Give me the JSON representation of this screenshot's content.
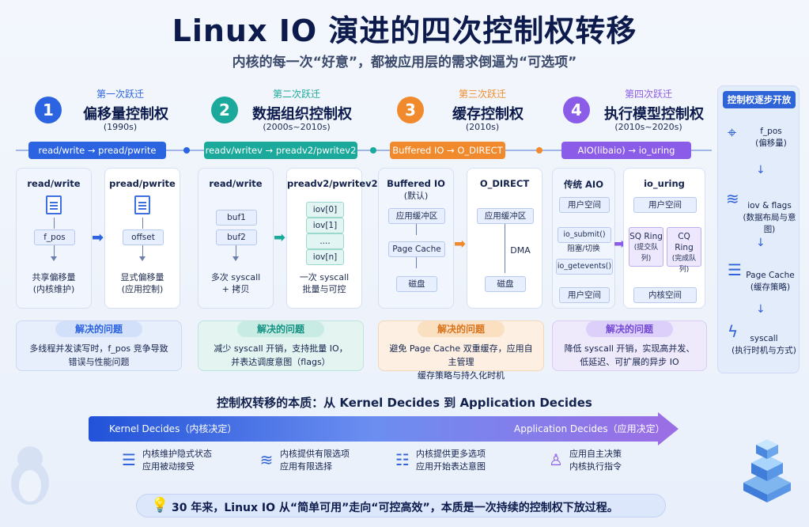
{
  "title": "Linux IO 演进的四次控制权转移",
  "subtitle": "内核的每一次“好意”，都被应用层的需求倒逼为“可选项”",
  "colors": {
    "blue": "#2b63e0",
    "teal": "#1aa99a",
    "orange": "#f18a2c",
    "purple": "#8a5ce8"
  },
  "stages": [
    {
      "num": "1",
      "kicker": "第一次跃迁",
      "name": "偏移量控制权",
      "era": "(1990s)",
      "pill": "read/write → pread/pwrite",
      "left": {
        "title": "read/write",
        "box": "f_pos",
        "note1": "共享偏移量",
        "note2": "(内核维护)"
      },
      "right": {
        "title": "pread/pwrite",
        "box": "offset",
        "note1": "显式偏移量",
        "note2": "(应用控制)"
      },
      "problem_tag": "解决的问题",
      "problem1": "多线程并发读写时，f_pos 竞争导致",
      "problem2": "错误与性能问题"
    },
    {
      "num": "2",
      "kicker": "第二次跃迁",
      "name": "数据组织控制权",
      "era": "(2000s~2010s)",
      "pill": "readv/writev → preadv2/pwritev2",
      "left": {
        "title": "read/write",
        "box1": "buf1",
        "box2": "buf2",
        "note1": "多次 syscall",
        "note2": "+ 拷贝"
      },
      "right": {
        "title": "preadv2/pwritev2",
        "iov": [
          "iov[0]",
          "iov[1]",
          "....",
          "iov[n]"
        ],
        "note1": "一次 syscall",
        "note2": "批量与可控"
      },
      "problem_tag": "解决的问题",
      "problem1": "减少 syscall 开销，支持批量 IO，",
      "problem2": "并表达调度意图（flags）"
    },
    {
      "num": "3",
      "kicker": "第三次跃迁",
      "name": "缓存控制权",
      "era": "(2010s)",
      "pill": "Buffered IO → O_DIRECT",
      "left": {
        "title": "Buffered IO",
        "title2": "(默认)",
        "box1": "应用缓冲区",
        "box2": "Page Cache",
        "box3": "磁盘"
      },
      "right": {
        "title": "O_DIRECT",
        "box1": "应用缓冲区",
        "mid": "DMA",
        "box3": "磁盘"
      },
      "problem_tag": "解决的问题",
      "problem1": "避免 Page Cache 双重缓存，应用自主管理",
      "problem2": "缓存策略与持久化时机"
    },
    {
      "num": "4",
      "kicker": "第四次跃迁",
      "name": "执行模型控制权",
      "era": "(2010s~2020s)",
      "pill": "AIO(libaio) → io_uring",
      "left": {
        "title": "传统 AIO",
        "box1": "用户空间",
        "box2": "io_submit()",
        "mid": "阻塞/切换",
        "box3": "io_getevents()",
        "box4": "用户空间"
      },
      "right": {
        "title": "io_uring",
        "box1": "用户空间",
        "sq": "SQ Ring",
        "sq_sub": "(提交队列)",
        "cq": "CQ Ring",
        "cq_sub": "(完成队列)",
        "box4": "内核空间"
      },
      "problem_tag": "解决的问题",
      "problem1": "降低 syscall 开销，实现高并发、",
      "problem2": "低延迟、可扩展的异步 IO"
    }
  ],
  "sidebar": {
    "title": "控制权逐步开放",
    "items": [
      {
        "icon": "target-icon",
        "label1": "f_pos",
        "label2": "(偏移量)"
      },
      {
        "icon": "layers-icon",
        "label1": "iov & flags",
        "label2": "(数据布局与意图)"
      },
      {
        "icon": "database-icon",
        "label1": "Page Cache",
        "label2": "(缓存策略)"
      },
      {
        "icon": "lightning-icon",
        "label1": "syscall",
        "label2": "(执行时机与方式)"
      }
    ]
  },
  "essence": {
    "title": "控制权转移的本质：从 Kernel Decides 到 Application Decides",
    "left": "Kernel Decides（内核决定）",
    "right": "Application Decides（应用决定）",
    "items": [
      {
        "l1": "内核维护隐式状态",
        "l2": "应用被动接受"
      },
      {
        "l1": "内核提供有限选项",
        "l2": "应用有限选择"
      },
      {
        "l1": "内核提供更多选项",
        "l2": "应用开始表达意图"
      },
      {
        "l1": "应用自主决策",
        "l2": "内核执行指令"
      }
    ]
  },
  "bottom": "30 年来，Linux IO 从“简单可用”走向“可控高效”，本质是一次持续的控制权下放过程。"
}
